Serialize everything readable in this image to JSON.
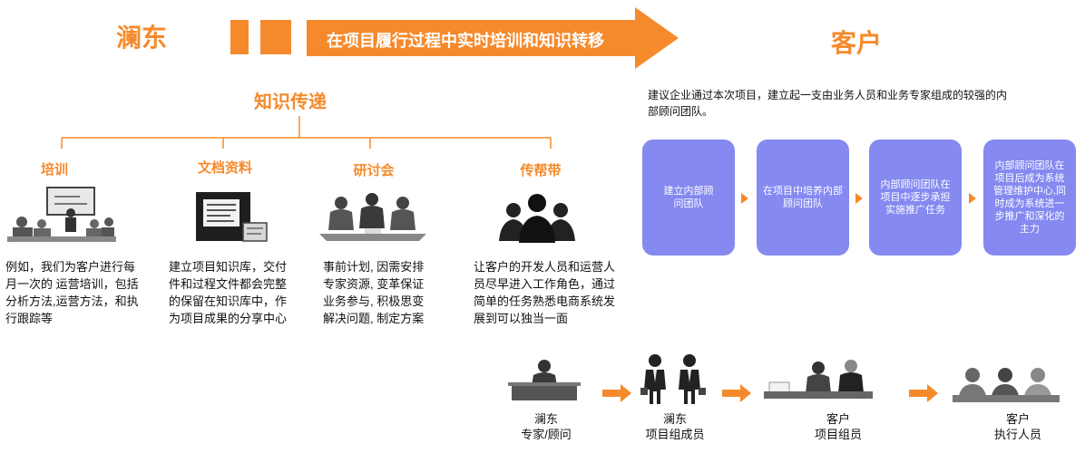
{
  "header": {
    "left_company": "澜东",
    "banner_text": "在项目履行过程中实时培训和知识转移",
    "right_company": "客户"
  },
  "knowledge": {
    "title": "知识传递",
    "columns": [
      {
        "title": "培训",
        "text": "例如，我们为客户进行每月一次的 运营培训，包括分析方法,运营方法，和执行跟踪等"
      },
      {
        "title": "文档资料",
        "text": "建立项目知识库，交付件和过程文件都会完整的保留在知识库中，作为项目成果的分享中心"
      },
      {
        "title": "研讨会",
        "text": "事前计划, 因需安排专家资源, 变革保证业务参与, 积极思变解决问题, 制定方案"
      },
      {
        "title": "传帮带",
        "text": "让客户的开发人员和运营人员尽早进入工作角色，通过简单的任务熟悉电商系统发展到可以独当一面"
      }
    ]
  },
  "right": {
    "intro": "建议企业通过本次项目，建立起一支由业务人员和业务专家组成的较强的内部顾问团队。",
    "steps": [
      "建立内部顾问团队",
      "在项目中培养内部顾问团队",
      "内部顾问团队在项目中逐步承担实施推广任务",
      "内部顾问团队在项目后成为系统管理维护中心,同时成为系统进一步推广和深化的主力"
    ]
  },
  "people": [
    {
      "line1": "澜东",
      "line2": "专家/顾问"
    },
    {
      "line1": "澜东",
      "line2": "项目组成员"
    },
    {
      "line1": "客户",
      "line2": "项目组员"
    },
    {
      "line1": "客户",
      "line2": "执行人员"
    }
  ],
  "colors": {
    "accent": "#f58a2c",
    "box": "#8589f0",
    "figure": "#3a3a3a"
  }
}
